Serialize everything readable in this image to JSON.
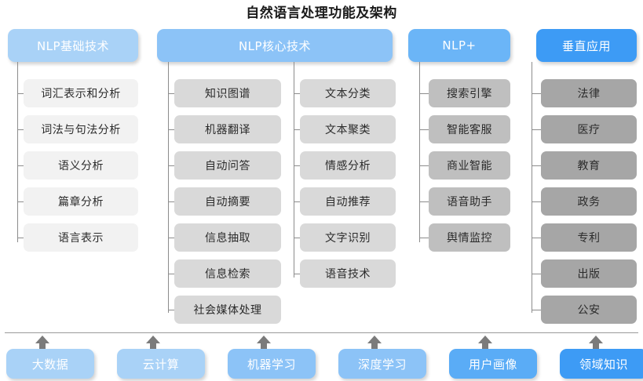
{
  "title": "自然语言处理功能及架构",
  "colors": {
    "header_light": "#a9d2f7",
    "header_mid": "#8cc3f7",
    "header_strong": "#6bb5f7",
    "header_dark": "#3d9bf5",
    "item_l1": "#f2f2f2",
    "item_l2": "#d9d9d9",
    "item_l3": "#bfbfbf",
    "item_l4": "#a6a6a6",
    "line": "#8c8c8c",
    "arrow": "#7b7b7b",
    "title_text": "#1a1a1a"
  },
  "columns": [
    {
      "header": "NLP基础技术",
      "header_color": "#a9d2f7",
      "item_color": "#f2f2f2",
      "groups": [
        {
          "items": [
            "词汇表示和分析",
            "词法与句法分析",
            "语义分析",
            "篇章分析",
            "语言表示"
          ]
        }
      ]
    },
    {
      "header": "NLP核心技术",
      "header_color": "#8cc3f7",
      "item_color": "#d9d9d9",
      "groups": [
        {
          "items": [
            "知识图谱",
            "机器翻译",
            "自动问答",
            "自动摘要",
            "信息抽取",
            "信息检索",
            "社会媒体处理"
          ]
        },
        {
          "items": [
            "文本分类",
            "文本聚类",
            "情感分析",
            "自动推荐",
            "文字识别",
            "语音技术"
          ]
        }
      ]
    },
    {
      "header": "NLP+",
      "header_color": "#6bb5f7",
      "item_color": "#bfbfbf",
      "groups": [
        {
          "items": [
            "搜索引擎",
            "智能客服",
            "商业智能",
            "语音助手",
            "舆情监控"
          ]
        }
      ]
    },
    {
      "header": "垂直应用",
      "header_color": "#3d9bf5",
      "item_color": "#a6a6a6",
      "groups": [
        {
          "items": [
            "法律",
            "医疗",
            "教育",
            "政务",
            "专利",
            "出版",
            "公安"
          ]
        }
      ]
    }
  ],
  "foundation": {
    "items": [
      {
        "label": "大数据",
        "color": "#a9d2f7"
      },
      {
        "label": "云计算",
        "color": "#a9d2f7"
      },
      {
        "label": "机器学习",
        "color": "#8cc3f7"
      },
      {
        "label": "深度学习",
        "color": "#8cc3f7"
      },
      {
        "label": "用户画像",
        "color": "#5aacf6"
      },
      {
        "label": "领域知识",
        "color": "#3d9bf5"
      }
    ],
    "arrow_count": 6
  }
}
